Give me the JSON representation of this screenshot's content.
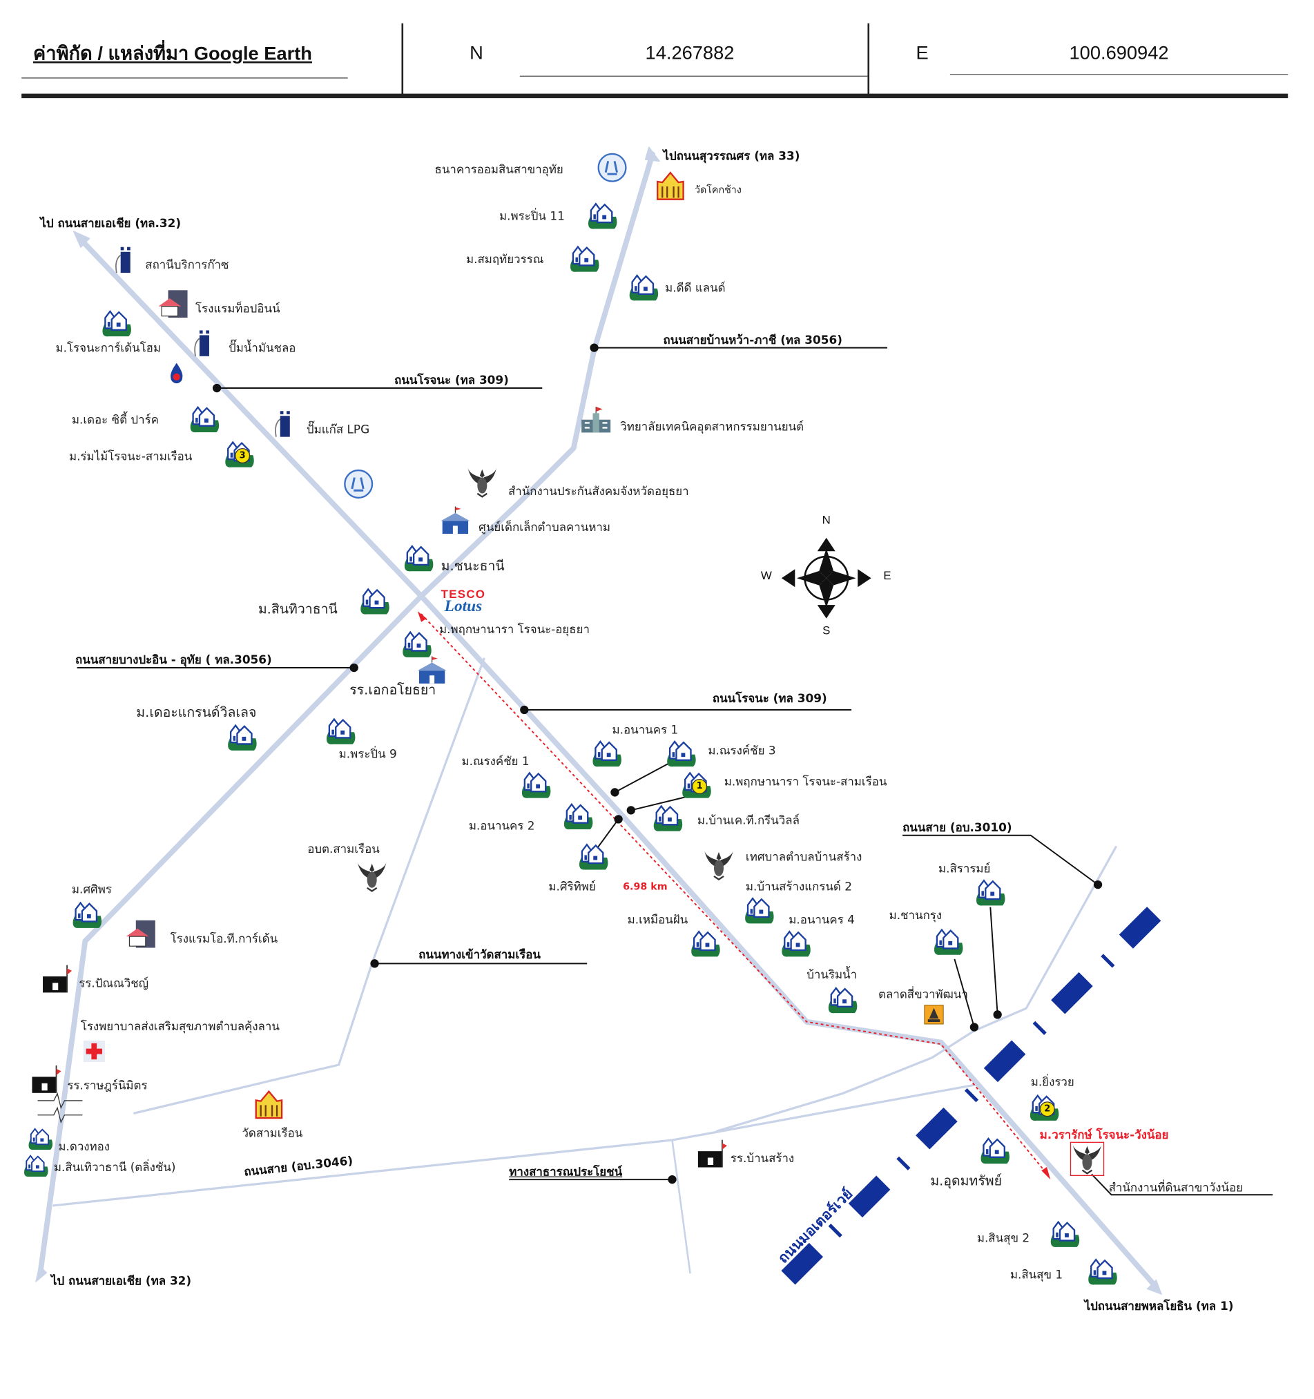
{
  "header": {
    "title": "ค่าพิกัด / แหล่งที่มา Google Earth",
    "n_label": "N",
    "n_value": "14.267882",
    "e_label": "E",
    "e_value": "100.690942"
  },
  "roads": {
    "to_asia_top": "ไป ถนนสายเอเชีย (ทล.32)",
    "to_suwannason": "ไปถนนสุวรรณศร (ทล 33)",
    "banwa_phachi": "ถนนสายบ้านหว้า-ภาชี (ทล 3056)",
    "rojana_top": "ถนนโรจนะ (ทล 309)",
    "bangpain_uthai": "ถนนสายบางปะอิน - อุทัย ( ทล.3056)",
    "rojana_mid": "ถนนโรจนะ (ทล 309)",
    "or_bor_3010": "ถนนสาย (อบ.3010)",
    "wat_samruen_road": "ถนนทางเข้าวัดสามเรือน",
    "or_bor_3046": "ถนนสาย (อบ.3046)",
    "public_way": "ทางสาธารณประโยชน์",
    "motorway": "ถนนมอเตอร์เวย์",
    "to_asia_bottom": "ไป ถนนสายเอเชีย (ทล 32)",
    "to_phahonyothin": "ไปถนนสายพหลโยธิน (ทล 1)"
  },
  "distance": "6.98 km",
  "compass": {
    "n": "N",
    "s": "S",
    "e": "E",
    "w": "W"
  },
  "tesco": {
    "line1": "TESCO",
    "line2": "Lotus"
  },
  "places": {
    "gsb_uthai": "ธนาคารออมสินสาขาอุทัย",
    "wat_khok_chang": "วัดโคกช้าง",
    "phrapin11": "ม.พระปิ่น 11",
    "somruthai": "ม.สมฤทัยวรรณ",
    "dd_land": "ม.ดีดี แลนด์",
    "gas_station": "สถานีบริการก๊าซ",
    "top_inn": "โรงแรมท็อปอินน์",
    "rojana_garden": "ม.โรจนะการ์เด้นโฮม",
    "pump_chalo": "ปั๊มน้ำมันชลอ",
    "city_park": "ม.เดอะ ซิตี้ ปาร์ค",
    "lpg": "ปั๊มแก๊ส LPG",
    "rommai": "ม.ร่มไม้โรจนะ-สามเรือน",
    "college": "วิทยาลัยเทคนิคอุตสาหกรรมยานยนต์",
    "sso": "สำนักงานประกันสังคมจังหวัดอยุธยา",
    "child_center": "ศูนย์เด็กเล็กตำบลคานหาม",
    "chana_thani": "ม.ชนะธานี",
    "sinthiwa": "ม.สินทิวาธานี",
    "pruksa_ayutthaya": "ม.พฤกษานารา โรจนะ-อยุธยา",
    "ek_ayothaya": "รร.เอกอโยธยา",
    "grand_village": "ม.เดอะแกรนด์วิลเลจ",
    "phrapin9": "ม.พระปิ่น 9",
    "ananakorn1": "ม.อนานคร 1",
    "narongchai3": "ม.ณรงค์ชัย 3",
    "narongchai1": "ม.ณรงค์ชัย 1",
    "pruksa_samruen": "ม.พฤกษานารา โรจนะ-สามเรือน",
    "ananakorn2": "ม.อนานคร 2",
    "kt_green": "ม.บ้านเค.ที.กรีนวิลล์",
    "ban_sang_muni": "เทศบาลตำบลบ้านสร้าง",
    "obt_samruen": "อบต.สามเรือน",
    "siritip": "ม.ศิริทิพย์",
    "bansang_grand2": "ม.บ้านสร้างแกรนด์ 2",
    "muanfan": "ม.เหมือนฝัน",
    "ananakorn4": "ม.อนานคร 4",
    "ban_rimnam": "บ้านริมน้ำ",
    "market": "ตลาดสี่ขวาพัฒนา",
    "sirarom": "ม.สิรารมย์",
    "chankrung": "ม.ชานกรุง",
    "sasiporn": "ม.ศศิพร",
    "ot_garden": "โรงแรมโอ.ที.การ์เด้น",
    "pannawit": "รร.ปัณณวิชญ์",
    "hospital": "โรงพยาบาลส่งเสริมสุขภาพตำบลคุ้งลาน",
    "ratniimit": "รร.ราษฎร์นิมิตร",
    "wat_samruen": "วัดสามเรือน",
    "duangthong": "ม.ดวงทอง",
    "sinthiwa_taling": "ม.สินเทิวาธานี (ตลิ่งชัน)",
    "ban_sang_school": "รร.บ้านสร้าง",
    "yingruay": "ม.ยิ่งรวย",
    "vararak": "ม.วรารักษ์ โรจนะ-วังน้อย",
    "land_office": "สำนักงานที่ดินสาขาวังน้อย",
    "udomsap": "ม.อุดมทรัพย์",
    "sinsuk2": "ม.สินสุข 2",
    "sinsuk1": "ม.สินสุข 1"
  },
  "badges": {
    "one": "1",
    "two": "2",
    "three": "3"
  },
  "colors": {
    "road": "#c9d3e8",
    "route": "#e8202a",
    "motorway": "#12309a",
    "house_base": "#1e7a3c",
    "house_line": "#1a3fa0"
  }
}
